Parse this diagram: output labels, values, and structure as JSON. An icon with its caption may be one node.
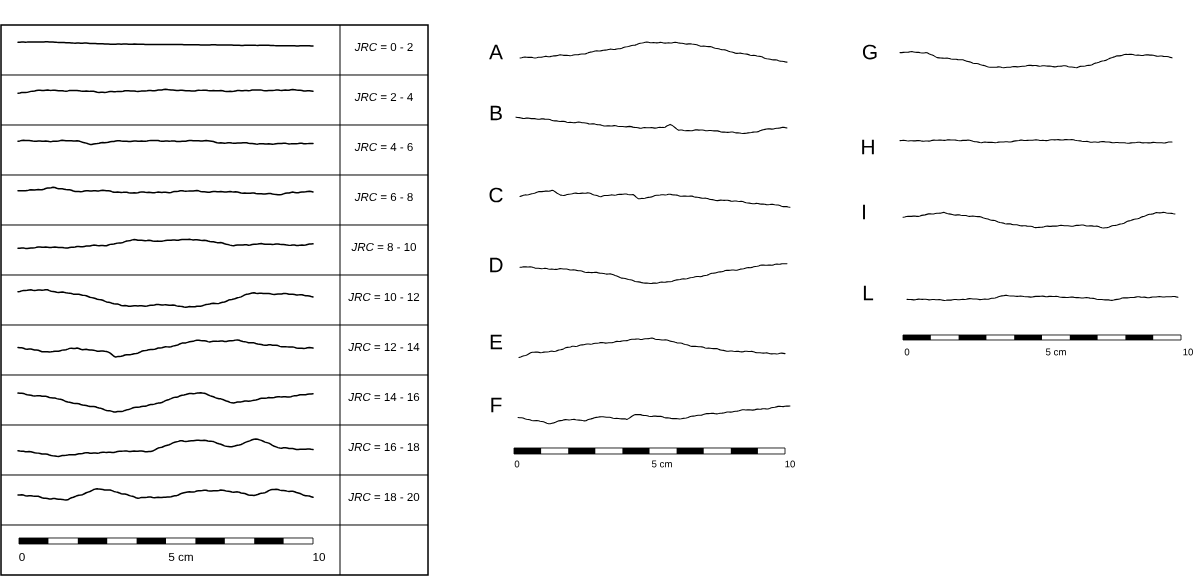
{
  "diagram": {
    "labels": [
      "*JRC* = 0 - 2",
      "*JRC* = 2 - 4",
      "*JRC* = 4 - 6",
      "*JRC* = 6 - 8",
      "*JRC* = 8 - 10",
      "*JRC* = 10 - 12",
      "*JRC* = 12 - 14",
      "*JRC* = 14 - 16",
      "*JRC* = 16 - 18",
      "*JRC* = 18 - 20",
      "0",
      "5 cm",
      "10",
      "A",
      "B",
      "C",
      "D",
      "E",
      "F",
      "0",
      "5 cm",
      "10",
      "G",
      "H",
      "I",
      "L",
      "0",
      "5 cm",
      "10"
    ]
  }
}
